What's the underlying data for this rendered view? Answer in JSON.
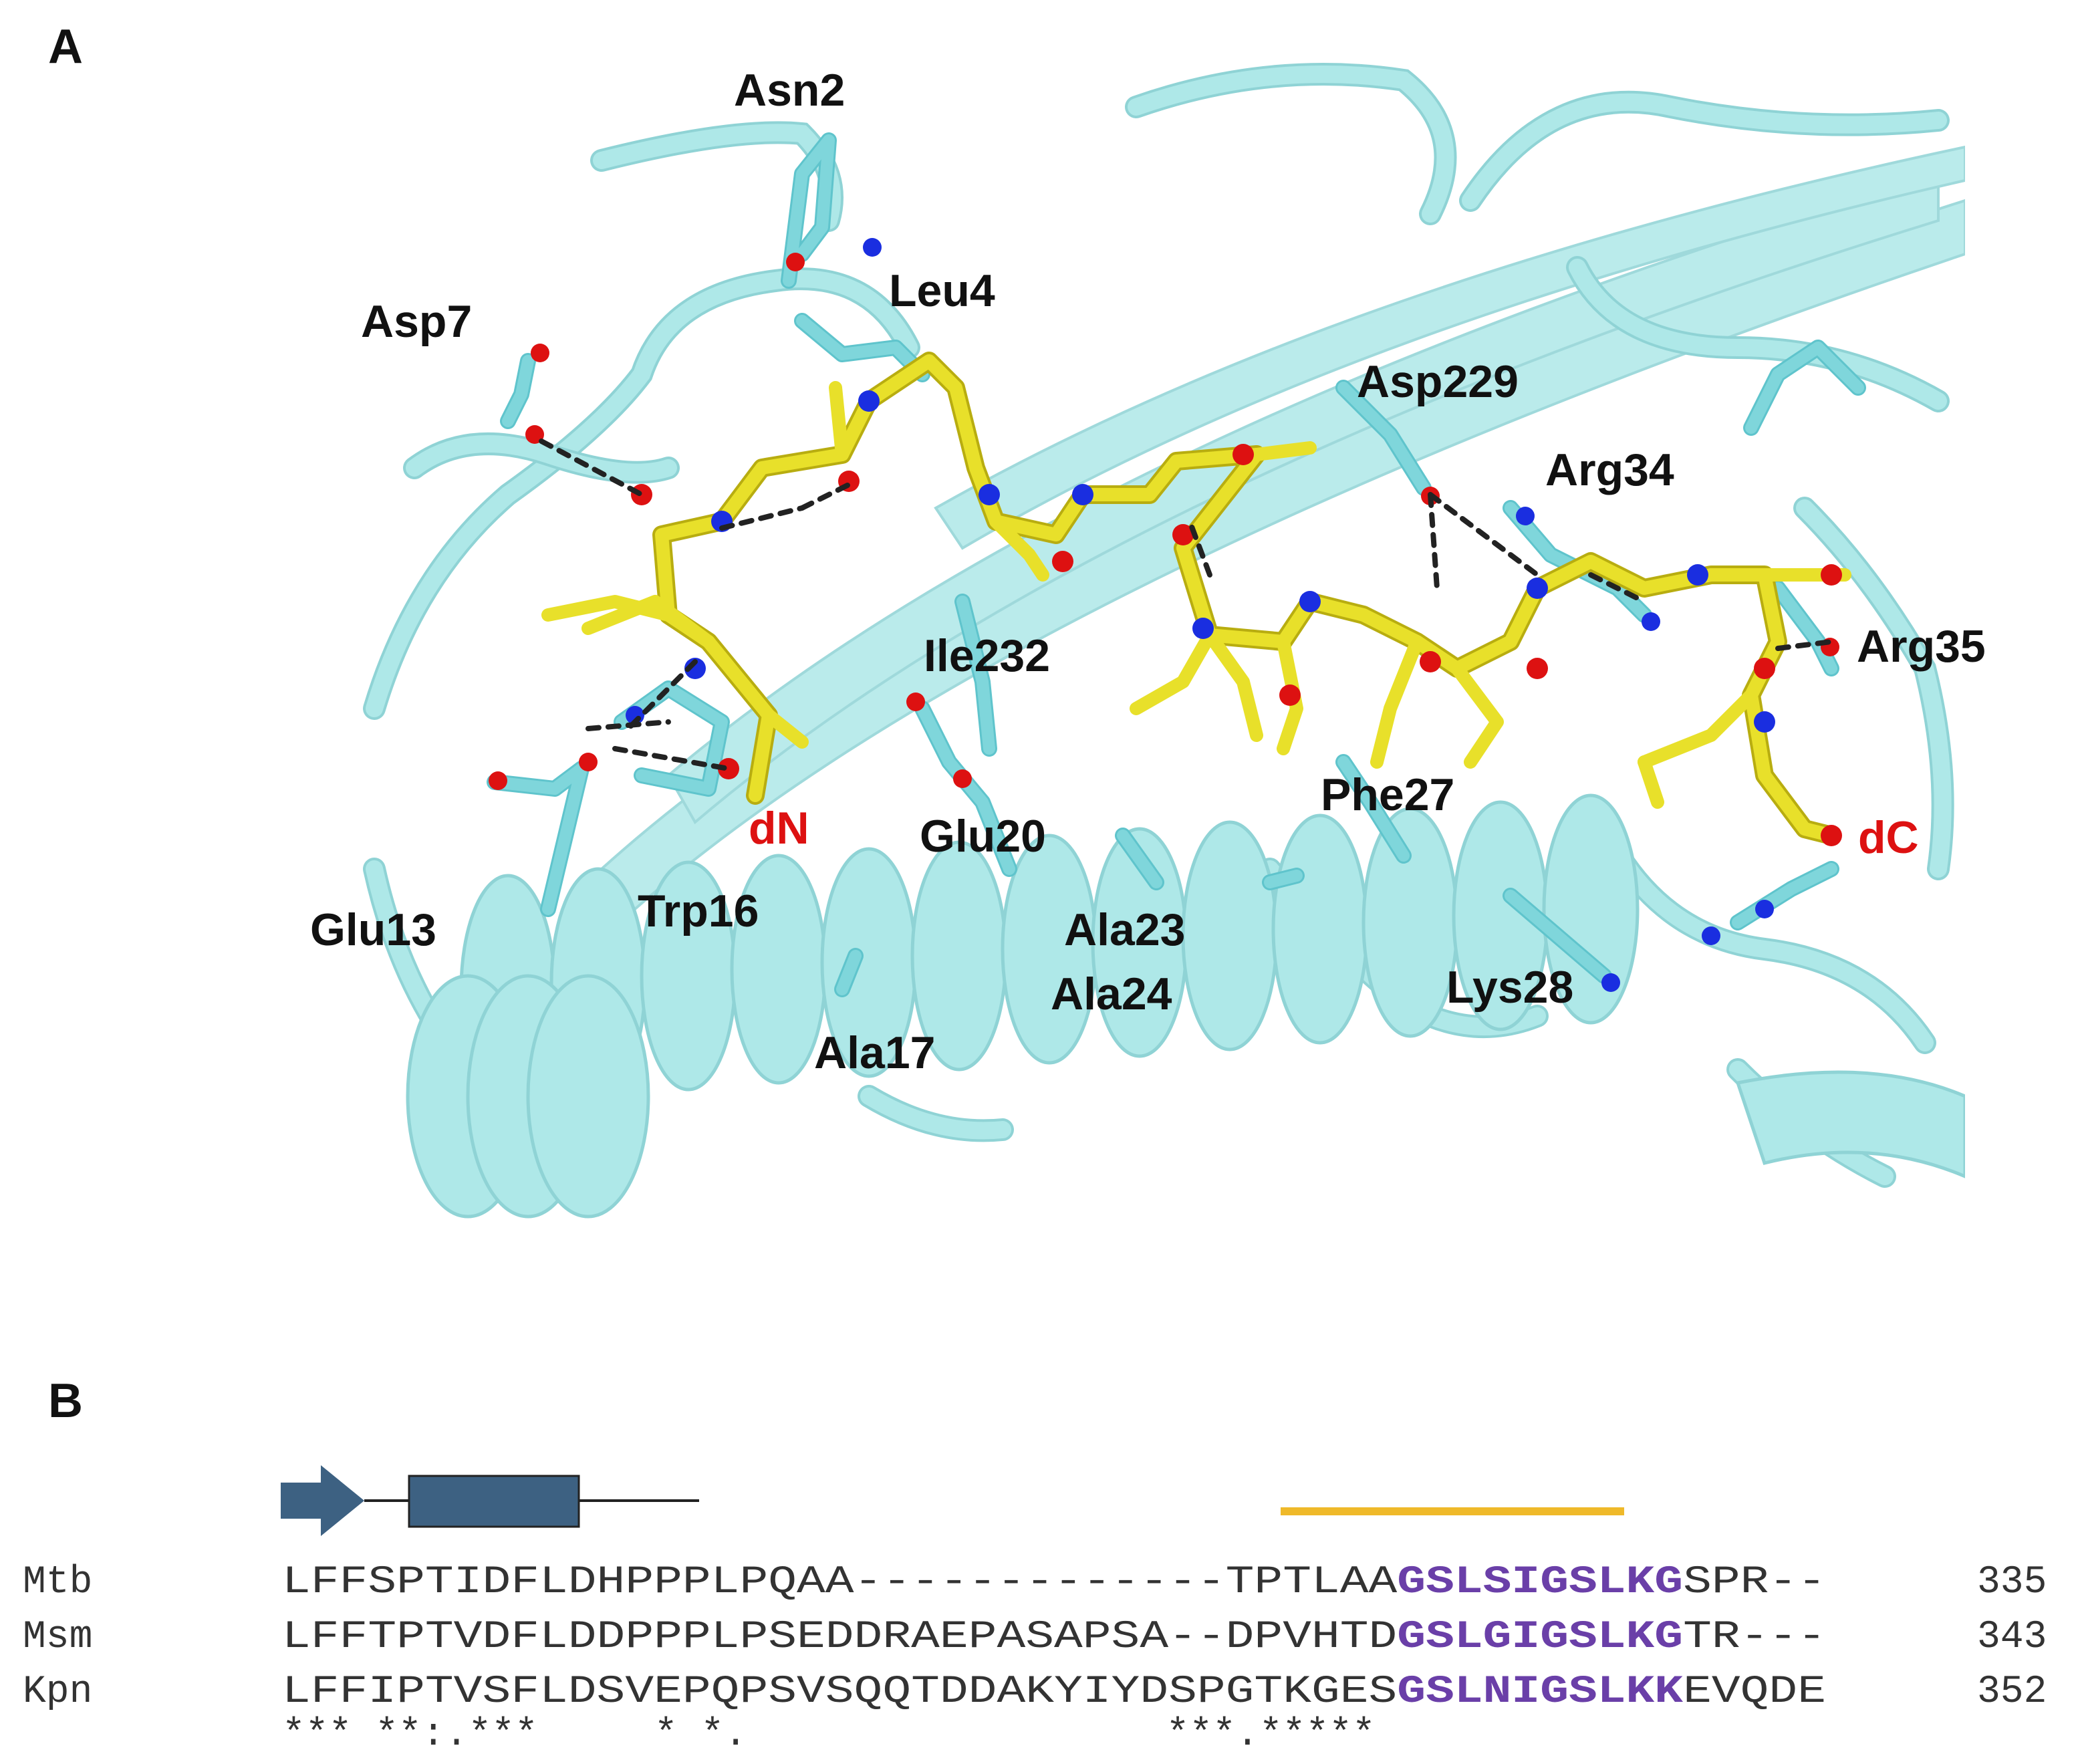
{
  "panel_a": {
    "letter": "A",
    "colors": {
      "protein": "#aee8e8",
      "protein_stroke": "#8fd3d5",
      "sticks": "#7fd6db",
      "peptide": "#e8e02a",
      "oxygen": "#dd1111",
      "nitrogen": "#1a2ee0",
      "hbond": "#222222",
      "terminus_label": "#dd1111"
    },
    "residue_labels": [
      "Asn2",
      "Leu4",
      "Asp7",
      "Asp229",
      "Arg34",
      "Arg35",
      "Ile232",
      "Glu20",
      "Phe27",
      "Glu13",
      "Trp16",
      "Ala23",
      "Ala24",
      "Lys28",
      "Ala17"
    ],
    "terminus_labels": [
      "dN",
      "dC"
    ]
  },
  "panel_b": {
    "letter": "B",
    "secondary_structure_color": "#3d6182",
    "highlight_bar_color": "#efb92a",
    "motif_color": "#6a3fa8",
    "rows": [
      {
        "name": "Mtb",
        "pre": "LFFSPTIDFLDHPPPLPQAA-------------TPTLAA",
        "motif": "GSLSIGSLKG",
        "post": "SPR--",
        "end": "335"
      },
      {
        "name": "Msm",
        "pre": "LFFTPTVDFLDDPPPLPSEDDRAEPASAPSA--DPVHTD",
        "motif": "GSLGIGSLKG",
        "post": "TR---",
        "end": "343"
      },
      {
        "name": "Kpn",
        "pre": "LFFIPTVSFLDSVEPQPSVSQQTDDAKYIYDSPGTKGES",
        "motif": "GSLNIGSLKK",
        "post": "EVQDE",
        "end": "352"
      }
    ],
    "conservation": "*** **:.***     * *.                  ***.*****"
  }
}
